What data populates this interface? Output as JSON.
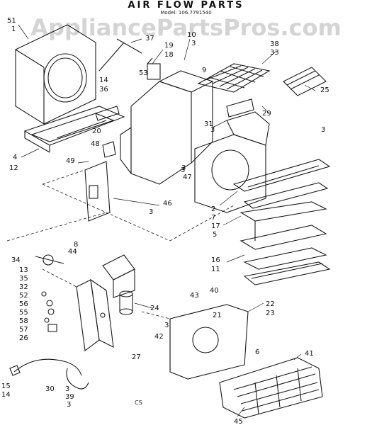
{
  "header": {
    "title": "AIR FLOW PARTS",
    "model": "Model: 106.7791540"
  },
  "watermark": "AppliancePartsPros.com",
  "footer_code": "CS",
  "callouts": [
    "51",
    "1",
    "37",
    "19",
    "18",
    "10",
    "3",
    "38",
    "33",
    "53",
    "14",
    "36",
    "9",
    "25",
    "20",
    "29",
    "31",
    "48",
    "4",
    "12",
    "49",
    "3",
    "47",
    "46",
    "17",
    "2",
    "7",
    "5",
    "34",
    "44",
    "8",
    "13",
    "35",
    "32",
    "52",
    "56",
    "55",
    "58",
    "57",
    "26",
    "16",
    "11",
    "24",
    "43",
    "40",
    "22",
    "21",
    "23",
    "42",
    "41",
    "15",
    "14",
    "30",
    "3",
    "39",
    "27",
    "45",
    "3",
    "3",
    "3",
    "3",
    "6",
    "3",
    "3"
  ]
}
